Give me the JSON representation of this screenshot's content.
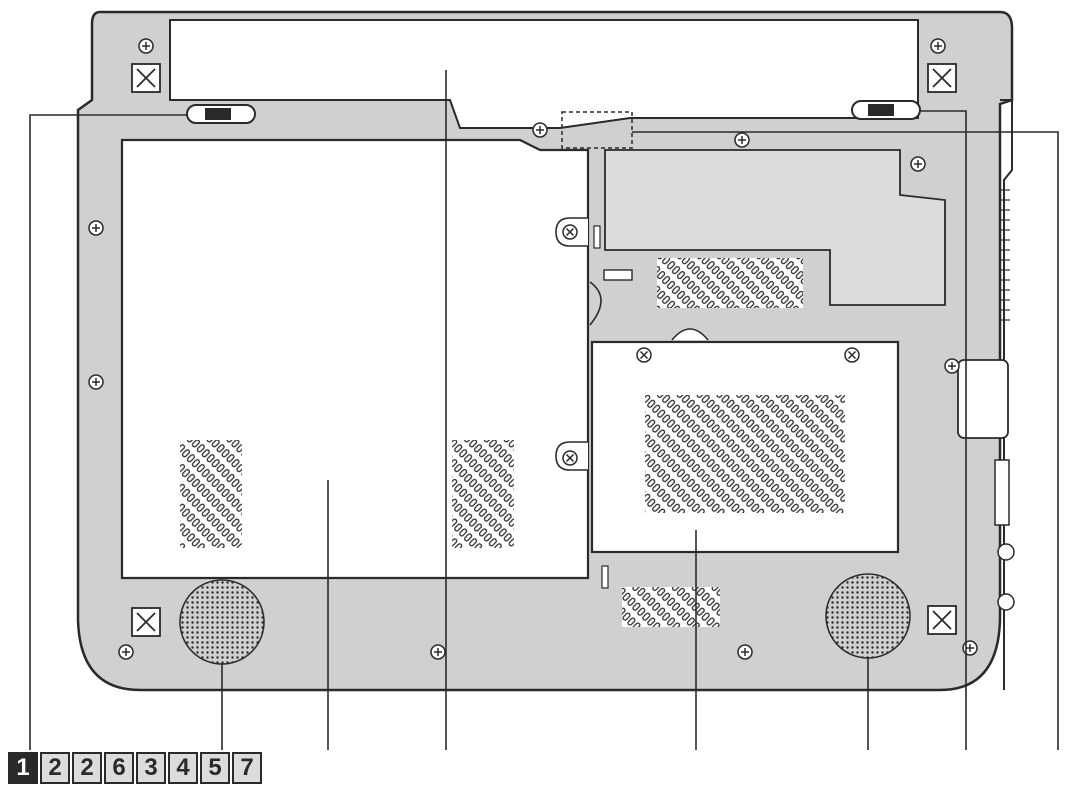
{
  "callouts": [
    {
      "label": "1",
      "style": "dark"
    },
    {
      "label": "2",
      "style": "light"
    },
    {
      "label": "2",
      "style": "light"
    },
    {
      "label": "6",
      "style": "light"
    },
    {
      "label": "3",
      "style": "light"
    },
    {
      "label": "4",
      "style": "light"
    },
    {
      "label": "5",
      "style": "light"
    },
    {
      "label": "7",
      "style": "light"
    }
  ],
  "colors": {
    "casing": "#d0d0d0",
    "panel": "#ffffff",
    "line": "#2a2a2a",
    "callout_dark": "#2a2a2a",
    "callout_light": "#dcdcdc"
  }
}
